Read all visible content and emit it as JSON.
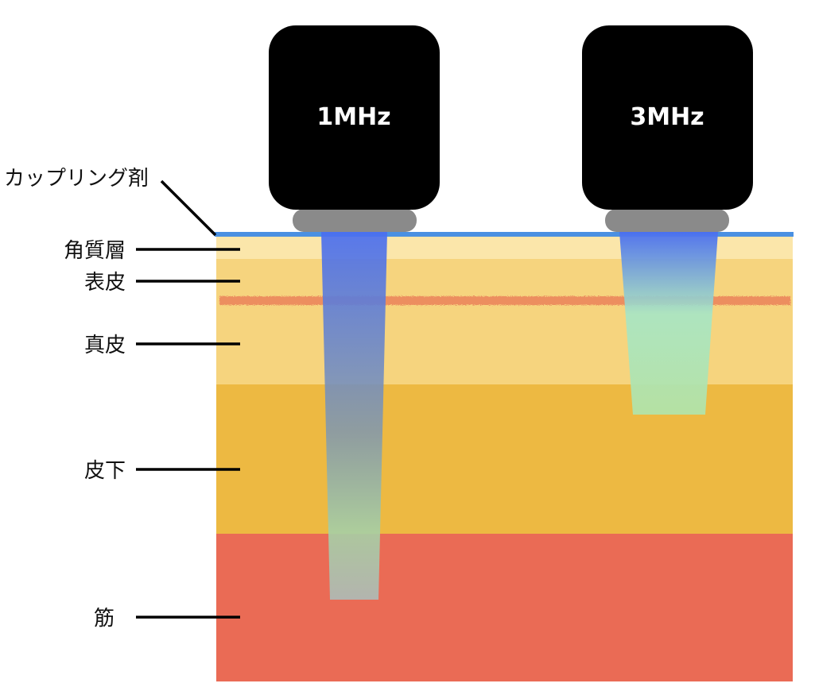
{
  "colors": {
    "coupling": "#4a90e2",
    "stratum_corneum": "#fbe6aa",
    "epidermis": "#f6d47e",
    "dermis": "#f6d47e",
    "subcutaneous": "#edb942",
    "muscle": "#ea6b55",
    "basal_band": "#ec8e5e",
    "probe_body": "#000000",
    "probe_head": "#8a8a8a",
    "beam_top": "#4a6ef0",
    "beam_1mhz_bottom": "#b0b8b3",
    "beam_3mhz_bottom": "#a9e8bf"
  },
  "labels": {
    "coupling": "カップリング剤",
    "stratum_corneum": "角質層",
    "epidermis": "表皮",
    "dermis": "真皮",
    "subcutaneous": "皮下",
    "muscle": "筋"
  },
  "probes": [
    {
      "id": "1mhz",
      "label": "1MHz"
    },
    {
      "id": "3mhz",
      "label": "3MHz"
    }
  ]
}
